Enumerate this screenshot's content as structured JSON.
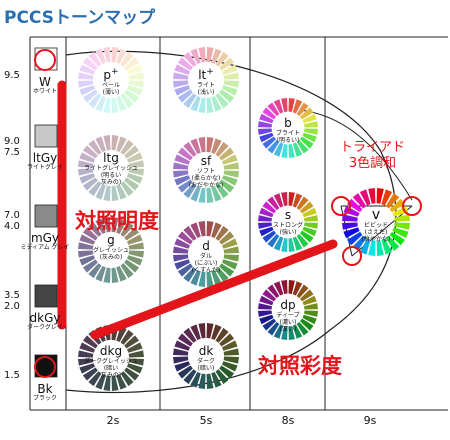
{
  "title": "PCCSトーンマップ",
  "axis_ticks": [
    {
      "id": "t95",
      "a": "9.5",
      "b": ""
    },
    {
      "id": "t90",
      "a": "9.0",
      "b": "7.5"
    },
    {
      "id": "t70",
      "a": "7.0",
      "b": "4.0"
    },
    {
      "id": "t35",
      "a": "3.5",
      "b": "2.0"
    },
    {
      "id": "t15",
      "a": "1.5",
      "b": ""
    }
  ],
  "columns": [
    "2s",
    "5s",
    "8s",
    "9s"
  ],
  "grays": [
    {
      "id": "W",
      "main": "W",
      "sub": "ホワイト",
      "color": "#ffffff"
    },
    {
      "id": "ltGy",
      "main": "ltGy",
      "sub": "ライトグレイ",
      "color": "#c8c8c8"
    },
    {
      "id": "mGy",
      "main": "mGy",
      "sub": "ミディアム グレイ",
      "color": "#8a8a8a"
    },
    {
      "id": "dkGy",
      "main": "dkGy",
      "sub": "ダークグレイ",
      "color": "#444444"
    },
    {
      "id": "Bk",
      "main": "Bk",
      "sub": "ブラック",
      "color": "#111111"
    }
  ],
  "tones": [
    {
      "id": "p",
      "main": "p",
      "sup": "+",
      "sub": [
        "ペール",
        "(薄い)"
      ],
      "big": false
    },
    {
      "id": "lt",
      "main": "lt",
      "sup": "+",
      "sub": [
        "ライト",
        "(浅い)"
      ],
      "big": false
    },
    {
      "id": "b",
      "main": "b",
      "sup": "",
      "sub": [
        "ブライト",
        "(明るい)"
      ],
      "big": false
    },
    {
      "id": "ltg",
      "main": "ltg",
      "sup": "",
      "sub": [
        "ライトグレイッシュ",
        "(明るい",
        "灰みの)"
      ],
      "big": false
    },
    {
      "id": "sf",
      "main": "sf",
      "sup": "",
      "sub": [
        "ソフト",
        "(柔らかな)",
        "(おだやかな)"
      ],
      "big": false
    },
    {
      "id": "s",
      "main": "s",
      "sup": "",
      "sub": [
        "ストロング",
        "(強い)"
      ],
      "big": false
    },
    {
      "id": "v",
      "main": "v",
      "sup": "",
      "sub": [
        "ビビッド",
        "(さえた)",
        "(鮮やかな)"
      ],
      "big": true
    },
    {
      "id": "g",
      "main": "g",
      "sup": "",
      "sub": [
        "グレイッシュ",
        "(灰みの)"
      ],
      "big": false
    },
    {
      "id": "d",
      "main": "d",
      "sup": "",
      "sub": [
        "ダル",
        "(にぶい)",
        "(くすんだ)"
      ],
      "big": false
    },
    {
      "id": "dp",
      "main": "dp",
      "sup": "",
      "sub": [
        "ディープ",
        "(濃い)",
        "(深い)"
      ],
      "big": false
    },
    {
      "id": "dkg",
      "main": "dkg",
      "sup": "",
      "sub": [
        "ダークグレイッシュ",
        "(暗い",
        "灰みの)"
      ],
      "big": false
    },
    {
      "id": "dk",
      "main": "dk",
      "sup": "",
      "sub": [
        "ダーク",
        "(暗い)"
      ],
      "big": false
    }
  ],
  "annotations": {
    "lightness_contrast": "対照明度",
    "chroma_contrast": "対照彩度",
    "triad_line1": "トライアド",
    "triad_line2": "3色調和"
  },
  "colors": {
    "annotation_red": "#e3141a",
    "title_blue": "#2b6fb0"
  }
}
